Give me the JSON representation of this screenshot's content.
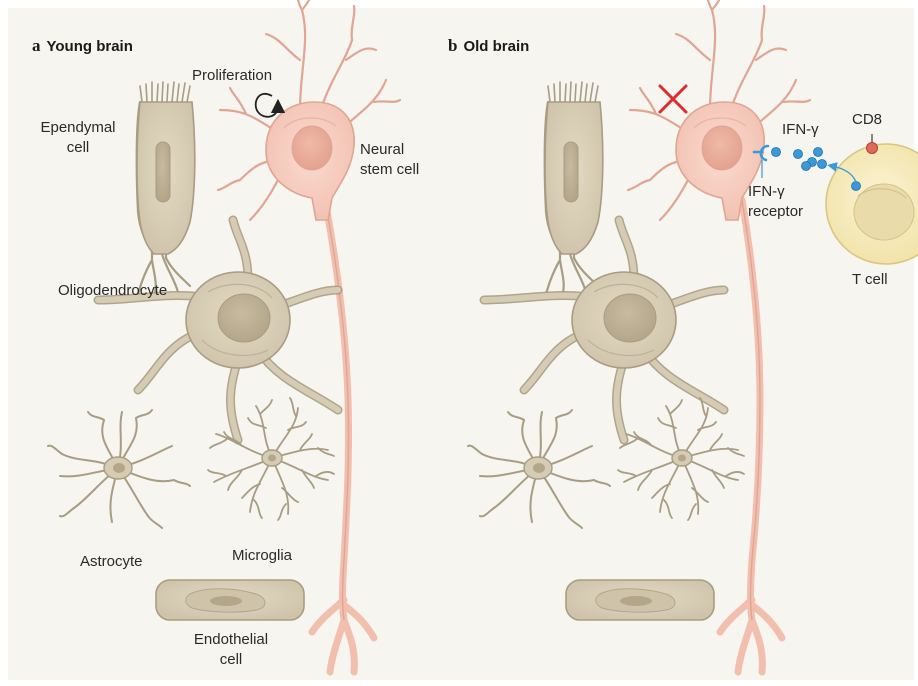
{
  "panels": {
    "a": {
      "letter": "a",
      "title": "Young brain"
    },
    "b": {
      "letter": "b",
      "title": "Old brain"
    }
  },
  "labels_a": {
    "proliferation": "Proliferation",
    "ependymal_1": "Ependymal",
    "ependymal_2": "cell",
    "neural_1": "Neural",
    "neural_2": "stem cell",
    "oligodendrocyte": "Oligodendrocyte",
    "astrocyte": "Astrocyte",
    "microglia": "Microglia",
    "endothelial_1": "Endothelial",
    "endothelial_2": "cell"
  },
  "labels_b": {
    "ifn_gamma": "IFN-γ",
    "receptor_1": "IFN-γ",
    "receptor_2": "receptor",
    "cd8": "CD8",
    "t_cell": "T cell"
  },
  "colors": {
    "background": "#f6f5f0",
    "glia_fill": "#d6ccb4",
    "glia_stroke": "#a89c82",
    "stem_fill": "#f6cdbf",
    "stem_stroke": "#e0a593",
    "ifn_blue": "#3a9ad9",
    "cd8_red": "#e06a5a",
    "tcell_fill": "#f7ebb8",
    "cross_red": "#e02b2b"
  }
}
